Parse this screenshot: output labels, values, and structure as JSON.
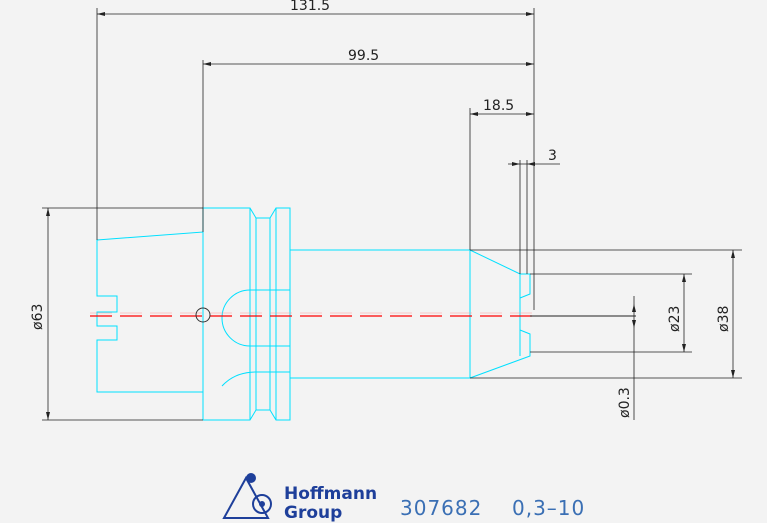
{
  "drawing": {
    "dimensions": {
      "overall_length": "131.5",
      "shank_length": "99.5",
      "nose_length": "18.5",
      "tip_length": "3",
      "flange_diameter": "ø63",
      "nose_diameter": "ø38",
      "bore_diameter": "ø23",
      "clamping_diameter": "ø0.3"
    },
    "colors": {
      "outline": "#00e0ff",
      "dimension": "#222222",
      "centerline": "#ff0000",
      "caption": "#3a6fb4",
      "logo": "#1e3f9a"
    }
  },
  "footer": {
    "brand_line1": "Hoffmann",
    "brand_line2": "Group",
    "part_number": "307682",
    "range": "0,3–10"
  }
}
